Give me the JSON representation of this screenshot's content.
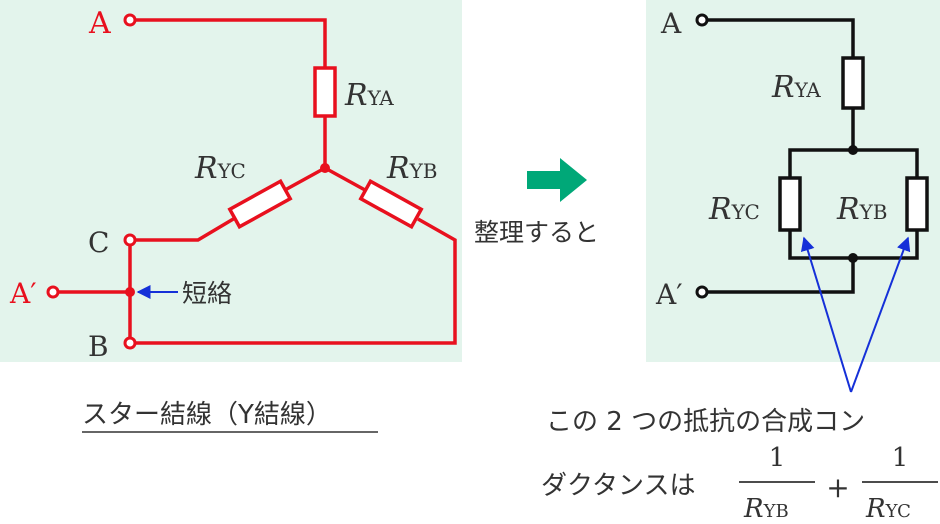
{
  "colors": {
    "panel_bg": "#e3f4ec",
    "red_wire": "#e8101e",
    "black_wire": "#111111",
    "blue_arrow": "#1530d8",
    "green_arrow": "#00a878",
    "text": "#333333"
  },
  "left": {
    "terminal_a": "A",
    "terminal_c": "C",
    "terminal_b": "B",
    "terminal_a_prime": "A′",
    "r_main": "R",
    "r_ya_sub": "YA",
    "r_yb_sub": "YB",
    "r_yc_sub": "YC",
    "short_label": "短絡",
    "caption": "スター結線（Y結線）"
  },
  "middle": {
    "arrow_icon": "right-arrow-icon",
    "label": "整理すると"
  },
  "right": {
    "terminal_a": "A",
    "terminal_a_prime": "A′",
    "r_main": "R",
    "r_ya_sub": "YA",
    "r_yb_sub": "YB",
    "r_yc_sub": "YC"
  },
  "note": {
    "line1": "この 2 つの抵抗の合成コン",
    "line2": "ダクタンスは",
    "frac1_num": "1",
    "frac1_den_main": "R",
    "frac1_den_sub": "YB",
    "plus": "+",
    "frac2_num": "1",
    "frac2_den_main": "R",
    "frac2_den_sub": "YC"
  }
}
